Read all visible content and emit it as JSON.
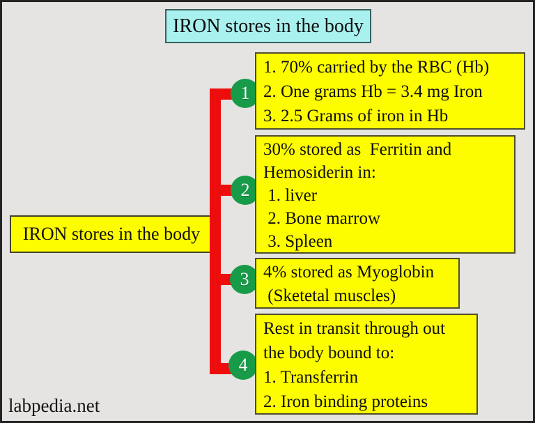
{
  "title": {
    "text": "IRON stores in the body"
  },
  "left_box": {
    "text": "IRON stores in the body"
  },
  "watermark": "labpedia.net",
  "colors": {
    "background": "#e5e4e2",
    "box_yellow": "#fdfd00",
    "title_cyan": "#a9f1ef",
    "connector_red": "#ee0d0d",
    "badge_green": "#189b48",
    "text": "#0f0f0f"
  },
  "flow": {
    "items": [
      {
        "number": "1",
        "lines": [
          "1. 70% carried by the RBC (Hb)",
          "2. One grams Hb = 3.4 mg Iron",
          "3. 2.5 Grams of iron in Hb"
        ]
      },
      {
        "number": "2",
        "lines": [
          "30% stored as  Ferritin and",
          "Hemosiderin in:",
          " 1. liver",
          " 2. Bone marrow",
          " 3. Spleen"
        ]
      },
      {
        "number": "3",
        "lines": [
          "4% stored as Myoglobin",
          " (Sketetal muscles)"
        ]
      },
      {
        "number": "4",
        "lines": [
          "Rest in transit through out",
          "the body bound to:",
          "1. Transferrin",
          "2. Iron binding proteins"
        ]
      }
    ]
  }
}
